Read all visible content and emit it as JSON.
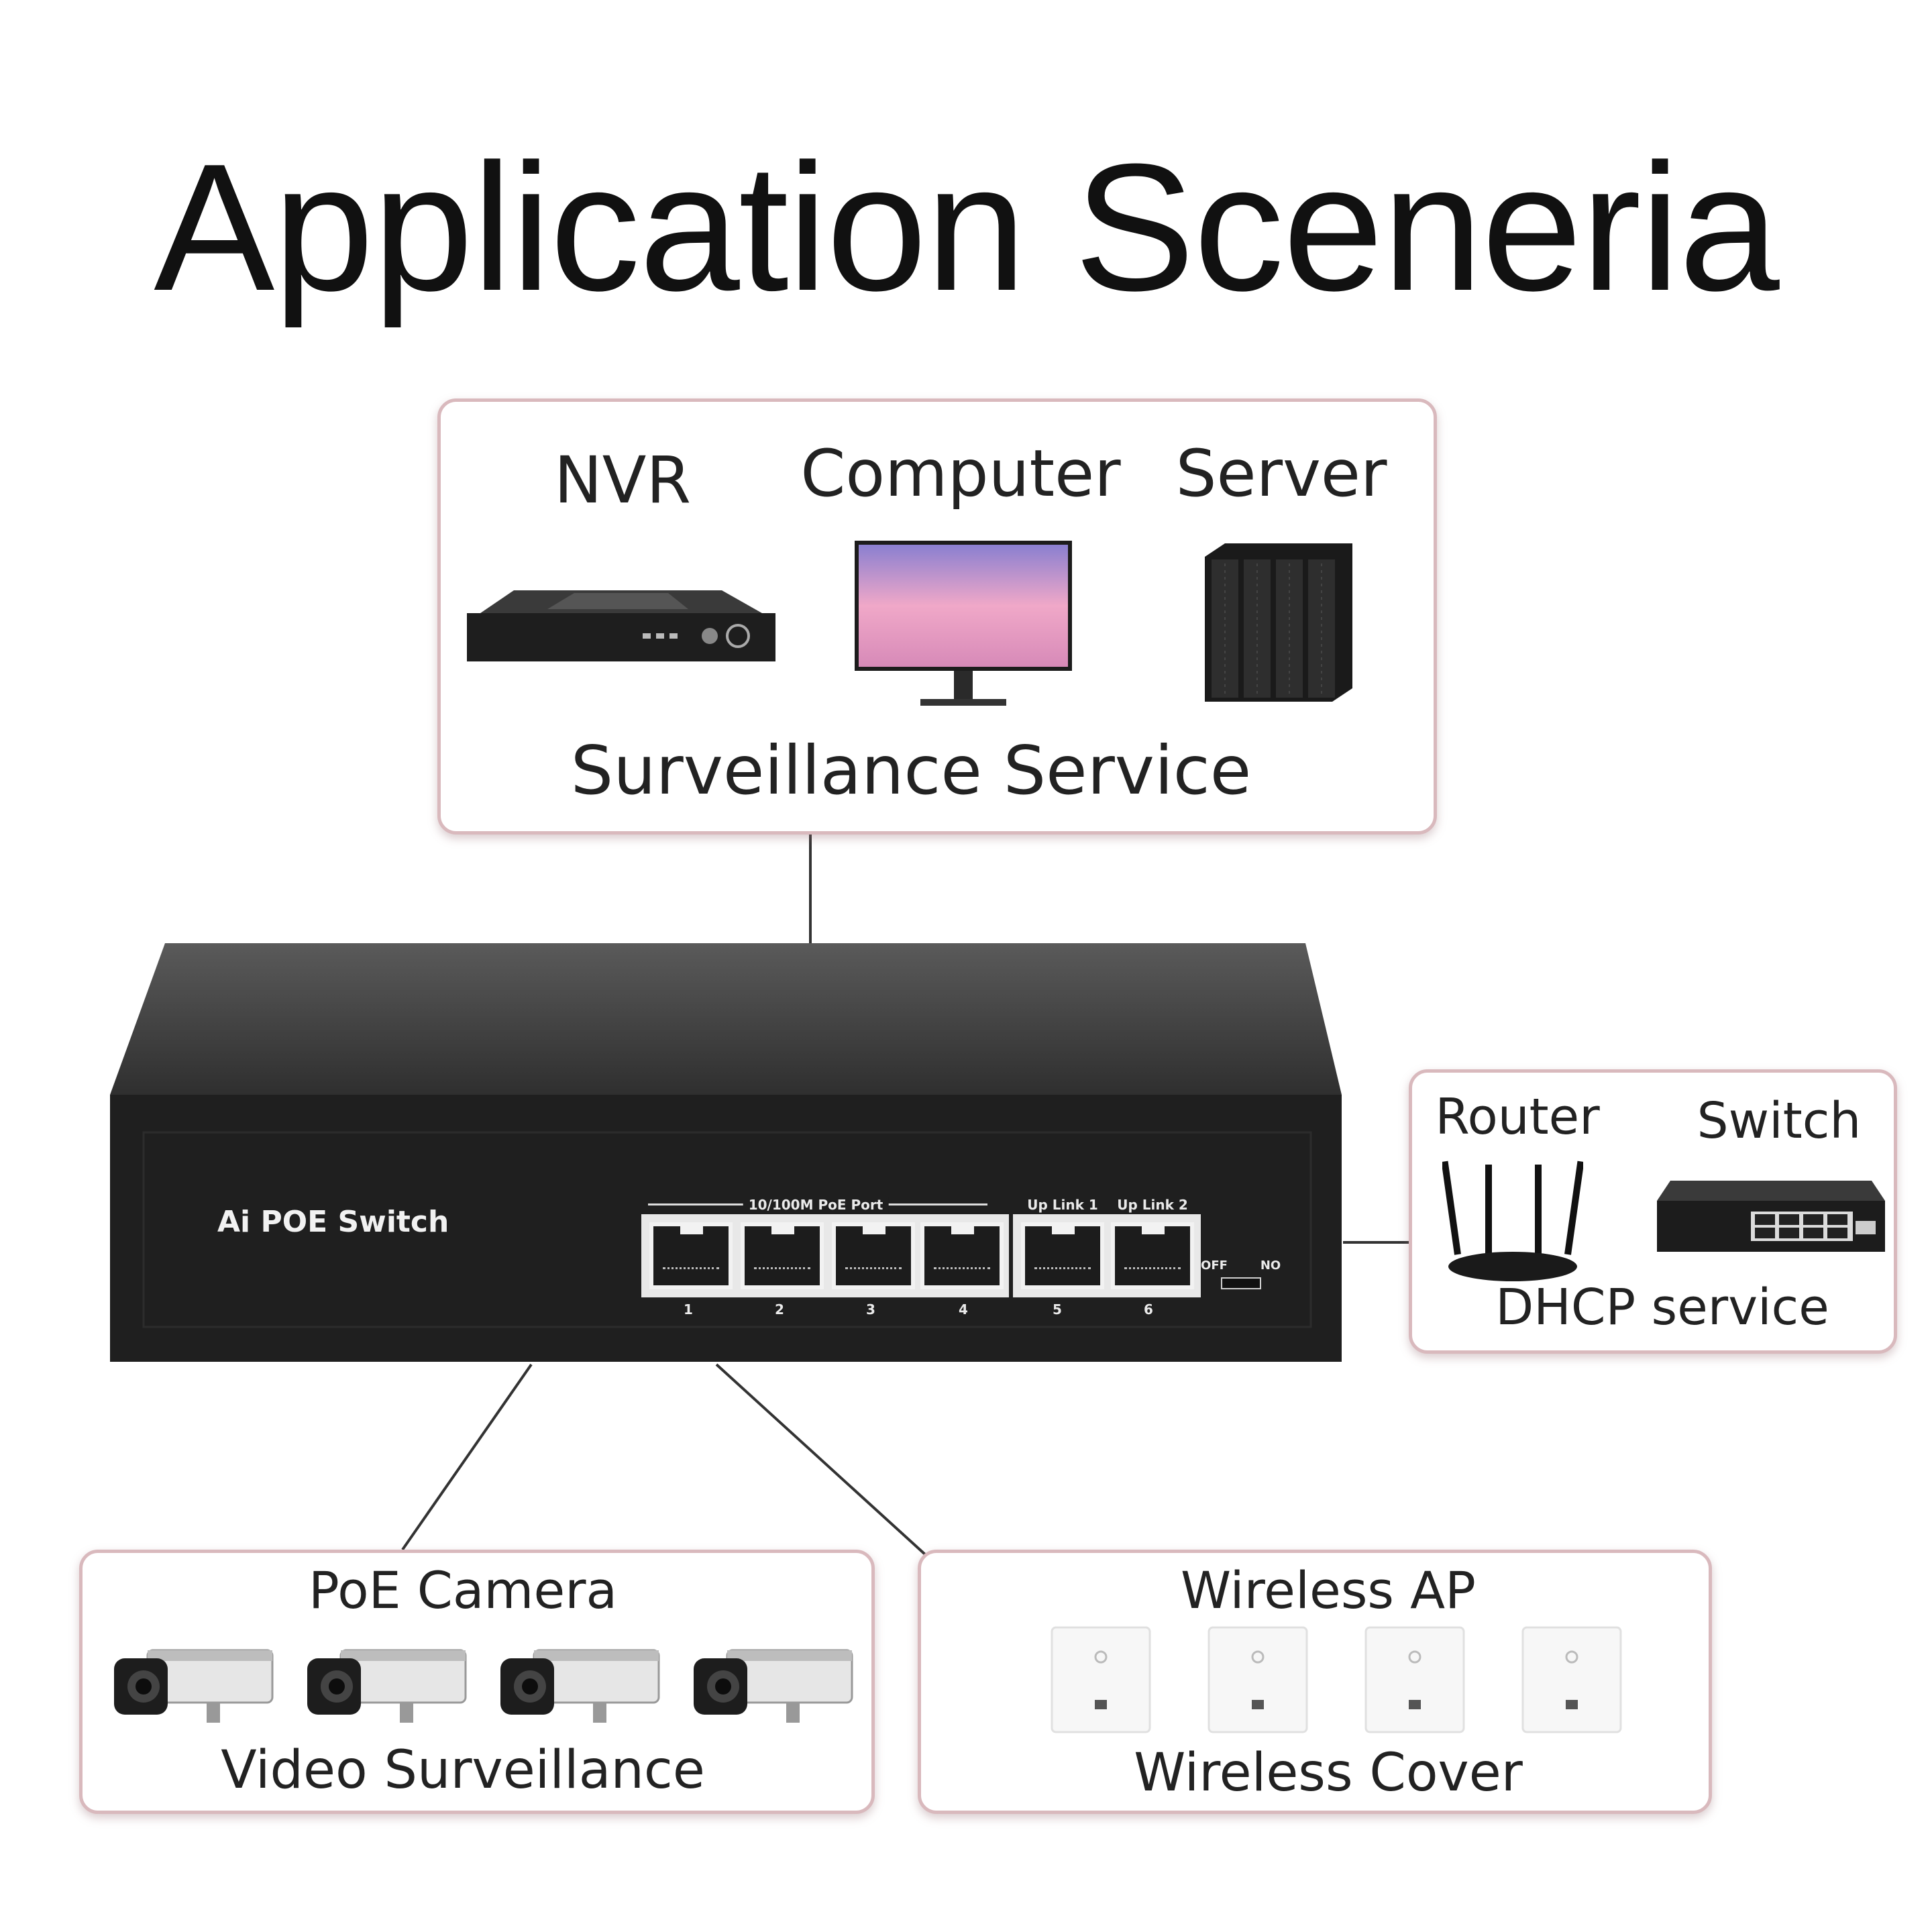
{
  "title": "Application Sceneria",
  "top_box": {
    "items": [
      {
        "label": "NVR",
        "icon": "nvr-icon"
      },
      {
        "label": "Computer",
        "icon": "monitor-icon"
      },
      {
        "label": "Server",
        "icon": "server-rack-icon"
      }
    ],
    "caption": "Surveillance Service"
  },
  "right_box": {
    "items": [
      {
        "label": "Router",
        "icon": "router-icon"
      },
      {
        "label": "Switch",
        "icon": "switch-icon"
      }
    ],
    "caption": "DHCP service"
  },
  "bottom_left_box": {
    "heading": "PoE Camera",
    "caption": "Video Surveillance"
  },
  "bottom_right_box": {
    "heading": "Wireless AP",
    "caption": "Wireless Cover"
  },
  "device": {
    "name": "Ai POE Switch",
    "poe_group_label": "10/100M PoE Port",
    "uplink1_label": "Up Link 1",
    "uplink2_label": "Up Link 2",
    "port_numbers": [
      "1",
      "2",
      "3",
      "4",
      "5",
      "6"
    ],
    "switch_off": "OFF",
    "switch_on": "NO"
  },
  "colors": {
    "box_border": "#d9b9bd",
    "device_body": "#1f1f1f",
    "connector_line": "#333333"
  }
}
